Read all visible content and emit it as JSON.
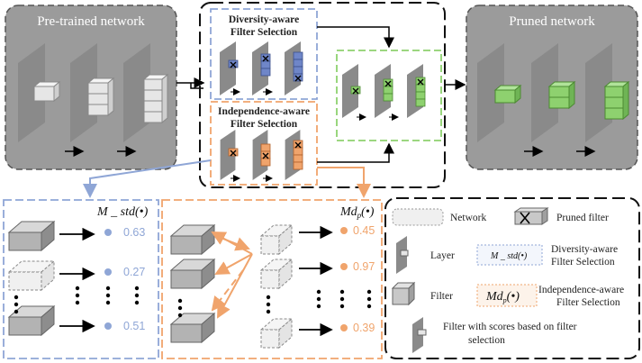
{
  "titles": {
    "pretrained": "Pre-trained network",
    "pruned": "Pruned network"
  },
  "selection": {
    "diversity_line1": "Diversity-aware",
    "diversity_line2": "Filter Selection",
    "independence_line1": "Independence-aware",
    "independence_line2": "Filter Selection"
  },
  "metrics": {
    "mstd_label": "M _ std(•)",
    "mdp_label": "Md",
    "mdp_sub": "p",
    "mdp_suffix": "(•)"
  },
  "scores": {
    "blue": [
      "0.63",
      "0.27",
      "0.51"
    ],
    "orange": [
      "0.45",
      "0.97",
      "0.39"
    ]
  },
  "legend": {
    "network": "Network",
    "pruned_filter": "Pruned filter",
    "layer": "Layer",
    "diversity_line1": "Diversity-aware",
    "diversity_line2": "Filter Selection",
    "filter": "Filter",
    "independence_line1": "Independence-aware",
    "independence_line2": "Filter Selection",
    "scored_line1": "Filter with scores based on filter",
    "scored_line2": "selection",
    "mstd_small": "M _ std(•)",
    "mdp_small": "Md",
    "mdp_small_sub": "p",
    "mdp_small_suffix": "(•)"
  },
  "colors": {
    "gray_box": "#9b9b9b",
    "layer": "#8a8a8a",
    "blue": "#8fa6d6",
    "orange": "#f0a46c",
    "green": "#8ed16f"
  }
}
